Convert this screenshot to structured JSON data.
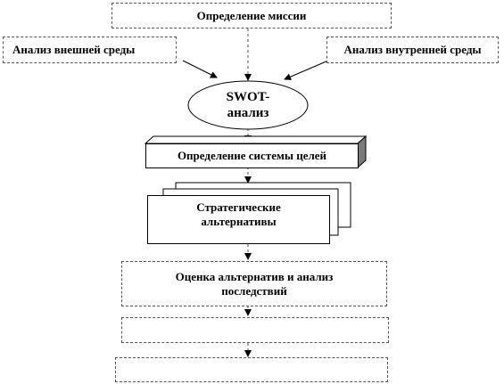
{
  "diagram": {
    "mission": "Определение миссии",
    "external_analysis": "Анализ внешней среды",
    "internal_analysis": "Анализ внутренней среды",
    "swot_line1": "SWOT-",
    "swot_line2": "анализ",
    "goals": "Определение системы целей",
    "alternatives_line1": "Стратегические",
    "alternatives_line2": "альтернативы",
    "evaluation_line1": "Оценка альтернатив и анализ",
    "evaluation_line2": "последствий",
    "empty_box_1": "",
    "empty_box_2": ""
  }
}
